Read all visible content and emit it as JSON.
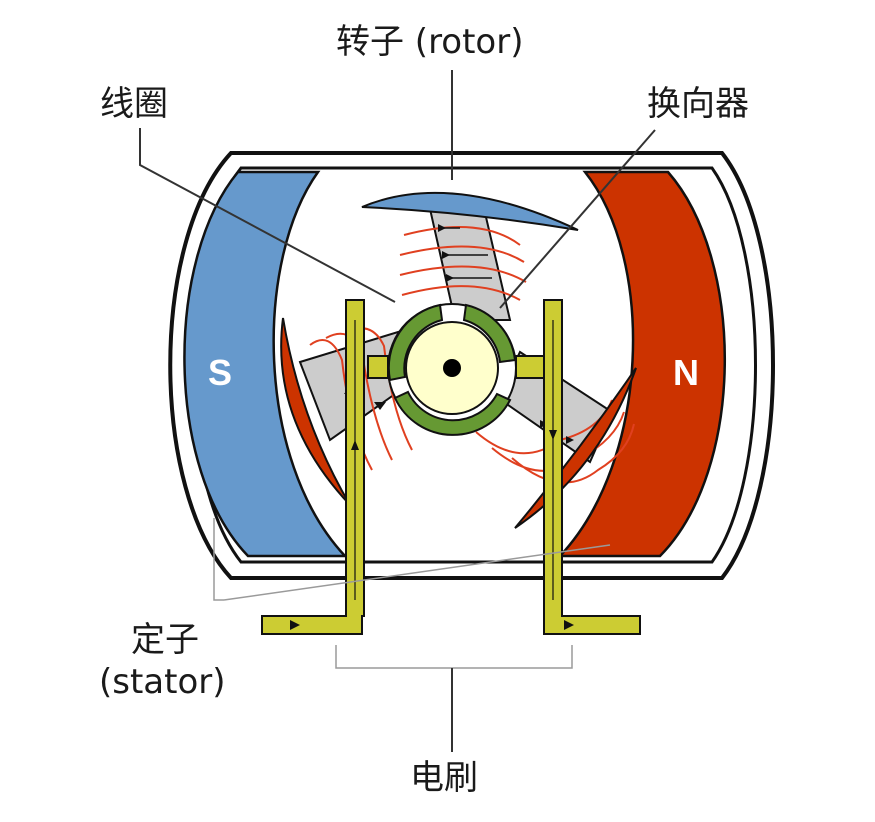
{
  "labels": {
    "rotor": "转子 (rotor)",
    "coil": "线圈",
    "commutator": "换向器",
    "stator_cn": "定子",
    "stator_en": "(stator)",
    "brush": "电刷"
  },
  "poles": {
    "south": "S",
    "north": "N"
  },
  "colors": {
    "south_magnet": "#6699cc",
    "north_magnet": "#cc3300",
    "brush": "#cccc33",
    "commutator": "#669933",
    "shaft": "#ffffcc",
    "core": "#cccccc",
    "winding": "#e04020"
  }
}
